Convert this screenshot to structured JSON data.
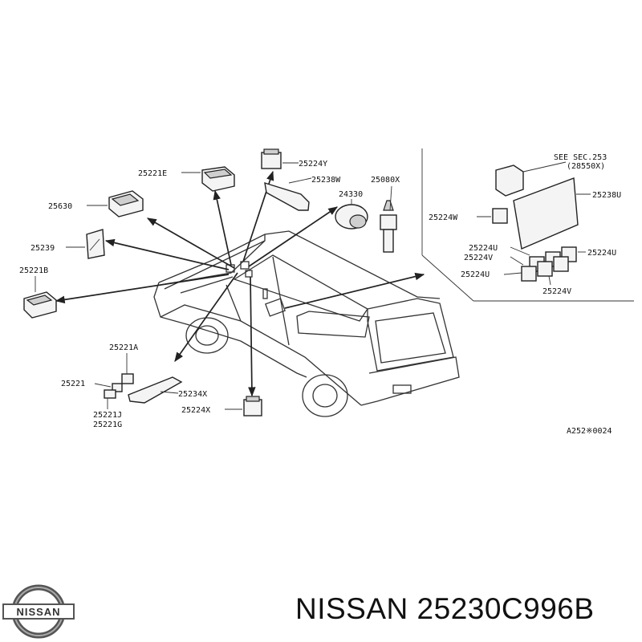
{
  "parts": {
    "p25221E": "25221E",
    "p25224Y": "25224Y",
    "p25238W": "25238W",
    "p25080X": "25080X",
    "p24330": "24330",
    "p25630": "25630",
    "p25239": "25239",
    "p25221B": "25221B",
    "p25221A": "25221A",
    "p25221": "25221",
    "p25234X": "25234X",
    "p25221J": "25221J",
    "p25221G": "25221G",
    "p25224X": "25224X"
  },
  "inset": {
    "see_sec_line1": "SEE SEC.253",
    "see_sec_line2": "(28550X)",
    "p25238U": "25238U",
    "p25224W": "25224W",
    "p25224U_a": "25224U",
    "p25224V_a": "25224V",
    "p25224U_b": "25224U",
    "p25224U_c": "25224U",
    "p25224V_b": "25224V"
  },
  "diagram_code": "A252※0024",
  "brand": {
    "logo_text": "NISSAN",
    "title": "NISSAN 25230C996B"
  },
  "colors": {
    "ink": "#222222",
    "background": "#ffffff"
  }
}
